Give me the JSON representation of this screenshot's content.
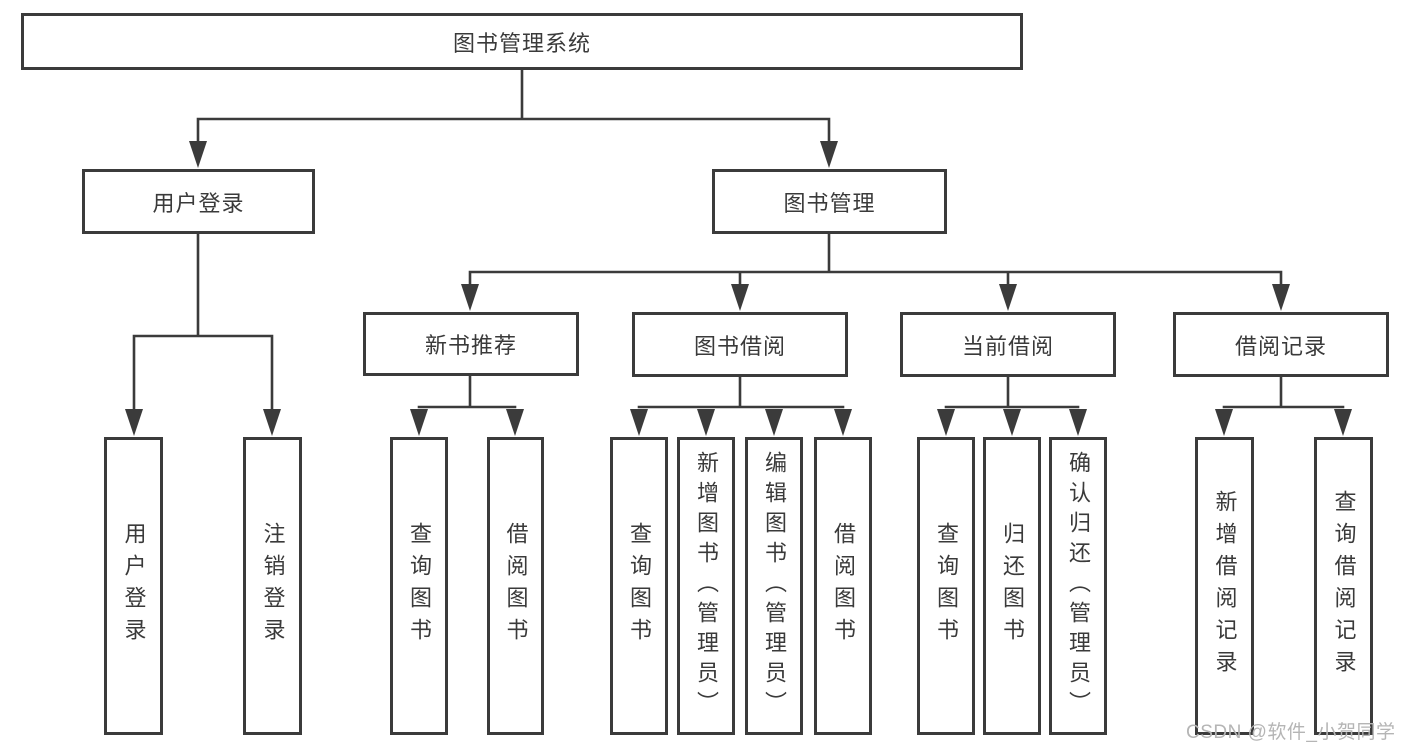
{
  "diagram": {
    "root": {
      "label": "图书管理系统"
    },
    "level2": {
      "user_login": {
        "label": "用户登录"
      },
      "book_mgmt": {
        "label": "图书管理"
      }
    },
    "level3": {
      "new_book_rec": {
        "label": "新书推荐"
      },
      "book_borrow": {
        "label": "图书借阅"
      },
      "current_borrow": {
        "label": "当前借阅"
      },
      "borrow_records": {
        "label": "借阅记录"
      }
    },
    "leaves": {
      "user_login": {
        "label": "用户登录"
      },
      "logout": {
        "label": "注销登录"
      },
      "nbr_query_book": {
        "label": "查询图书"
      },
      "nbr_borrow_book": {
        "label": "借阅图书"
      },
      "bb_query_book": {
        "label": "查询图书"
      },
      "bb_add_book": {
        "label": "新增图书（管理员）"
      },
      "bb_edit_book": {
        "label": "编辑图书（管理员）"
      },
      "bb_borrow_book": {
        "label": "借阅图书"
      },
      "cb_query_book": {
        "label": "查询图书"
      },
      "cb_return_book": {
        "label": "归还图书"
      },
      "cb_confirm_return": {
        "label": "确认归还（管理员）"
      },
      "br_add_record": {
        "label": "新增借阅记录"
      },
      "br_query_record": {
        "label": "查询借阅记录"
      }
    }
  },
  "watermark": {
    "text": "CSDN @软件_小贺同学"
  },
  "colors": {
    "line": "#3b3b3b",
    "text": "#3a3a3a",
    "watermark": "#b5b5b5",
    "background": "#ffffff"
  }
}
